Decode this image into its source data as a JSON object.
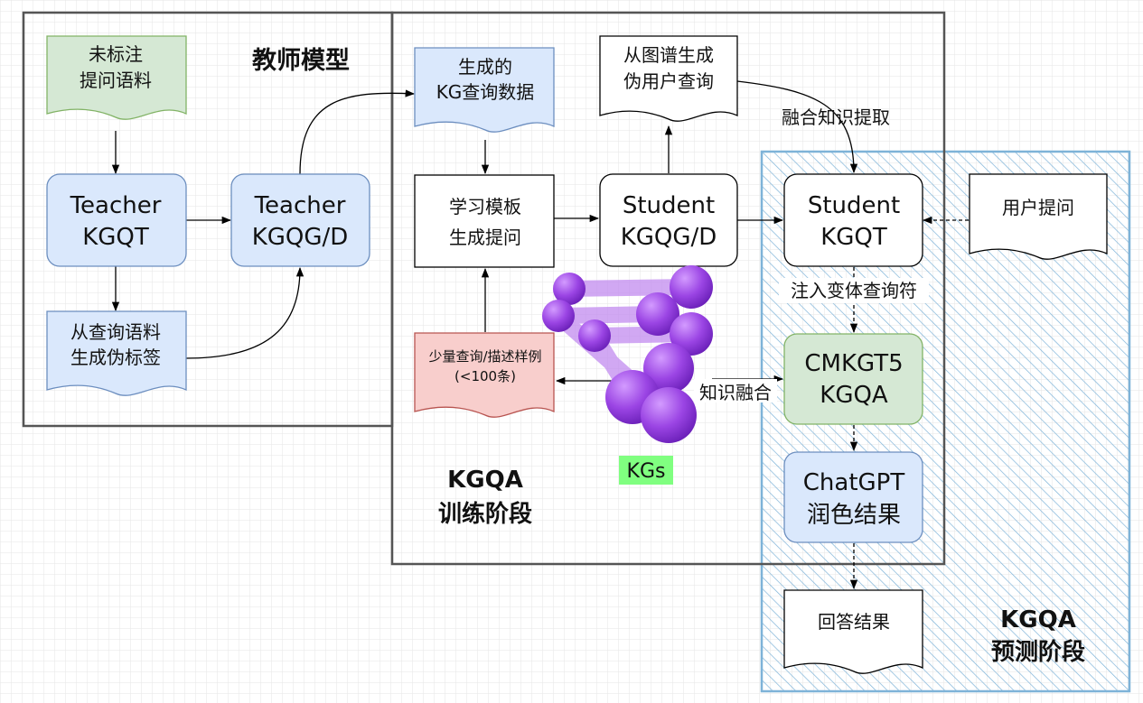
{
  "teacher": {
    "title": "教师模型",
    "corpus": [
      "未标注",
      "提问语料"
    ],
    "kgqt": [
      "Teacher",
      "KGQT"
    ],
    "kgqg": [
      "Teacher",
      "KGQG/D"
    ],
    "pseudo_labels": [
      "从查询语料",
      "生成伪标签"
    ]
  },
  "training": {
    "title": [
      "KGQA",
      "训练阶段"
    ],
    "generated_data": [
      "生成的",
      "KG查询数据"
    ],
    "template": [
      "学习模板",
      "生成提问"
    ],
    "samples": [
      "少量查询/描述样例",
      "(<100条)"
    ],
    "pseudo_queries": [
      "从图谱生成",
      "伪用户查询"
    ],
    "student_kgqg": [
      "Student",
      "KGQG/D"
    ],
    "kgs_label": "KGs",
    "fusion_extract": "融合知识提取",
    "knowledge_fusion": "知识融合"
  },
  "prediction": {
    "title": [
      "KGQA",
      "预测阶段"
    ],
    "student_kgqt": [
      "Student",
      "KGQT"
    ],
    "user_question": "用户提问",
    "inject": "注入变体查询符",
    "cmkgt5": [
      "CMKGT5",
      "KGQA"
    ],
    "chatgpt": [
      "ChatGPT",
      "润色结果"
    ],
    "answer": "回答结果"
  },
  "colors": {
    "blue_fill": "#dae8fc",
    "blue_stroke": "#6c8ebf",
    "green_fill": "#d5e8d4",
    "green_stroke": "#82b366",
    "red_fill": "#f8cecc",
    "red_stroke": "#b85450",
    "hatch": "#7eb3d8",
    "kgs_highlight": "#80ff80",
    "graph": "#9b45e4"
  }
}
